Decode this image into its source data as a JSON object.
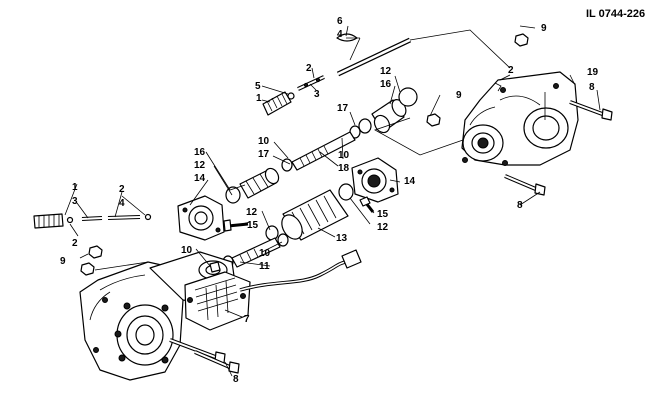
{
  "illustration_code": "IL 0744-226",
  "callouts": {
    "c1a": "1",
    "c1b": "1",
    "c2a": "2",
    "c2b": "2",
    "c2c": "2",
    "c2d": "2",
    "c3a": "3",
    "c3b": "3",
    "c4a": "4",
    "c4b": "4",
    "c5": "5",
    "c6": "6",
    "c7": "7",
    "c8a": "8",
    "c8b": "8",
    "c8c": "8",
    "c9a": "9",
    "c9b": "9",
    "c9c": "9",
    "c10a": "10",
    "c10b": "10",
    "c10c": "10",
    "c10d": "10",
    "c11": "11",
    "c12a": "12",
    "c12b": "12",
    "c12c": "12",
    "c12d": "12",
    "c13": "13",
    "c14a": "14",
    "c14b": "14",
    "c15a": "15",
    "c15b": "15",
    "c16a": "16",
    "c16b": "16",
    "c17": "17",
    "c18": "18",
    "c19": "19"
  }
}
